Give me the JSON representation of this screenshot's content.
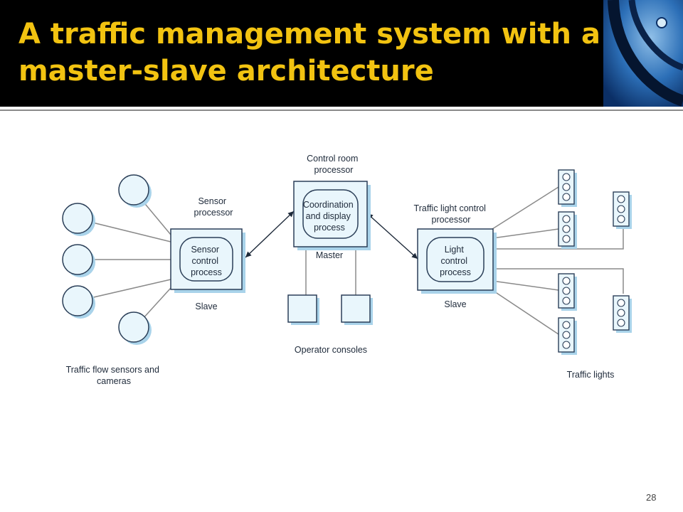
{
  "slide": {
    "title": "A traffic management system with a master-slave architecture",
    "page_number": "28"
  },
  "diagram": {
    "control_room": {
      "caption": [
        "Control room",
        "processor"
      ],
      "process": [
        "Coordination",
        "and display",
        "process"
      ],
      "role": "Master"
    },
    "sensor": {
      "caption": [
        "Sensor",
        "processor"
      ],
      "process": [
        "Sensor",
        "control",
        "process"
      ],
      "role": "Slave"
    },
    "light": {
      "caption": [
        "Traffic light control",
        "processor"
      ],
      "process": [
        "Light",
        "control",
        "process"
      ],
      "role": "Slave"
    },
    "operator_consoles_label": "Operator consoles",
    "sensors_label": [
      "Traffic flow sensors and",
      "cameras"
    ],
    "traffic_lights_label": "Traffic lights"
  },
  "colors": {
    "title_bar": "#000000",
    "title_text": "#f2c311",
    "box_fill": "#e9f6fc",
    "box_shadow": "#a9d3ea",
    "box_stroke": "#2b3f58"
  }
}
